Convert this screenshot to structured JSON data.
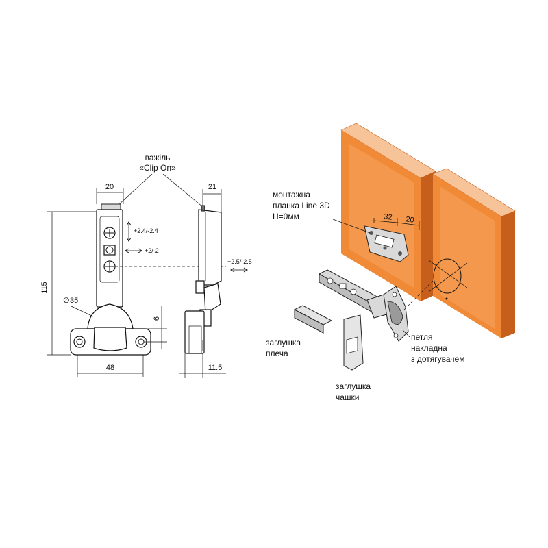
{
  "colors": {
    "panel_front": "#f08a36",
    "panel_light": "#f6a968",
    "panel_top": "#f7c49a",
    "panel_side": "#c65e1c",
    "line": "#111111"
  },
  "callouts": {
    "lever_line1": "важіль",
    "lever_line2": "«Clip On»",
    "plate_line1": "монтажна",
    "plate_line2": "планка Line 3D",
    "plate_line3": "H=0мм",
    "arm_cap_line1": "заглушка",
    "arm_cap_line2": "плеча",
    "cup_cap_line1": "заглушка",
    "cup_cap_line2": "чашки",
    "hinge_line1": "петля",
    "hinge_line2": "накладна",
    "hinge_line3": "з дотягувачем"
  },
  "dimensions": {
    "top_width": "20",
    "side_width": "21",
    "height": "115",
    "cup_diameter": "35",
    "cup_offset": "6",
    "base_width": "48",
    "side_depth": "11.5",
    "plate_spacing": "32",
    "plate_edge": "20"
  },
  "adjustments": {
    "height_adj": "+2.4/-2.4",
    "side_adj": "+2/-2",
    "depth_adj": "+2.5/-2.5"
  }
}
